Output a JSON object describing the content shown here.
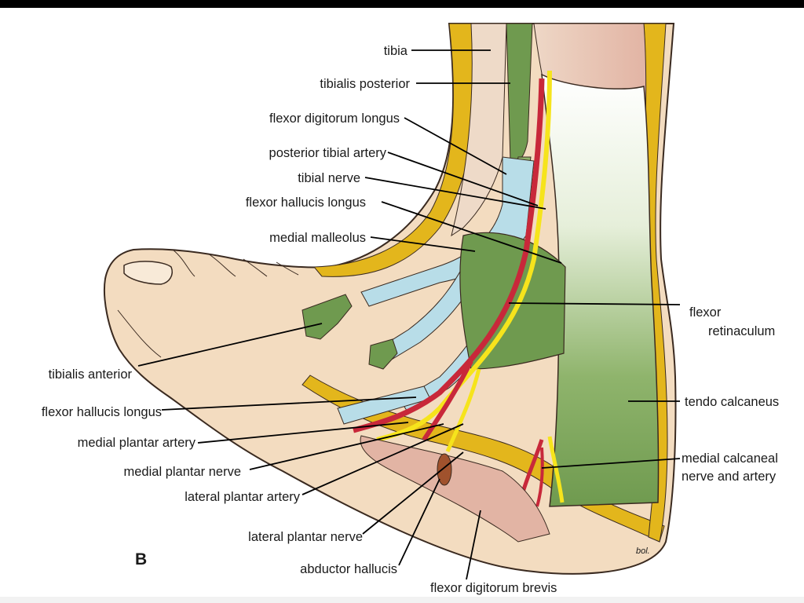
{
  "figure": {
    "panel_letter": "B",
    "artist_mark": "bol."
  },
  "labels": {
    "tibia": "tibia",
    "tibialis_posterior": "tibialis posterior",
    "flexor_digitorum_longus": "flexor digitorum longus",
    "posterior_tibial_artery": "posterior tibial artery",
    "tibial_nerve": "tibial nerve",
    "flexor_hallucis_longus_upper": "flexor hallucis longus",
    "medial_malleolus": "medial malleolus",
    "flexor_retinaculum": [
      "flexor",
      "retinaculum"
    ],
    "tibialis_anterior": "tibialis anterior",
    "flexor_hallucis_longus_lower": "flexor hallucis longus",
    "tendo_calcaneus": "tendo calcaneus",
    "medial_plantar_artery": "medial plantar artery",
    "medial_calcaneal_nerve_artery": [
      "medial calcaneal",
      "nerve and artery"
    ],
    "medial_plantar_nerve": "medial plantar nerve",
    "lateral_plantar_artery": "lateral plantar artery",
    "lateral_plantar_nerve": "lateral plantar nerve",
    "abductor_hallucis": "abductor hallucis",
    "flexor_digitorum_brevis": "flexor digitorum brevis"
  },
  "colors": {
    "skin": "#f3dcc0",
    "bone_cortex": "#e3b61c",
    "muscle_pink": "#e2b4a4",
    "tendon_green": "#6f9a4f",
    "tendon_blue": "#b8dde8",
    "artery_red": "#c8283a",
    "nerve_yellow": "#f6e41c",
    "leader_line": "#000000"
  }
}
